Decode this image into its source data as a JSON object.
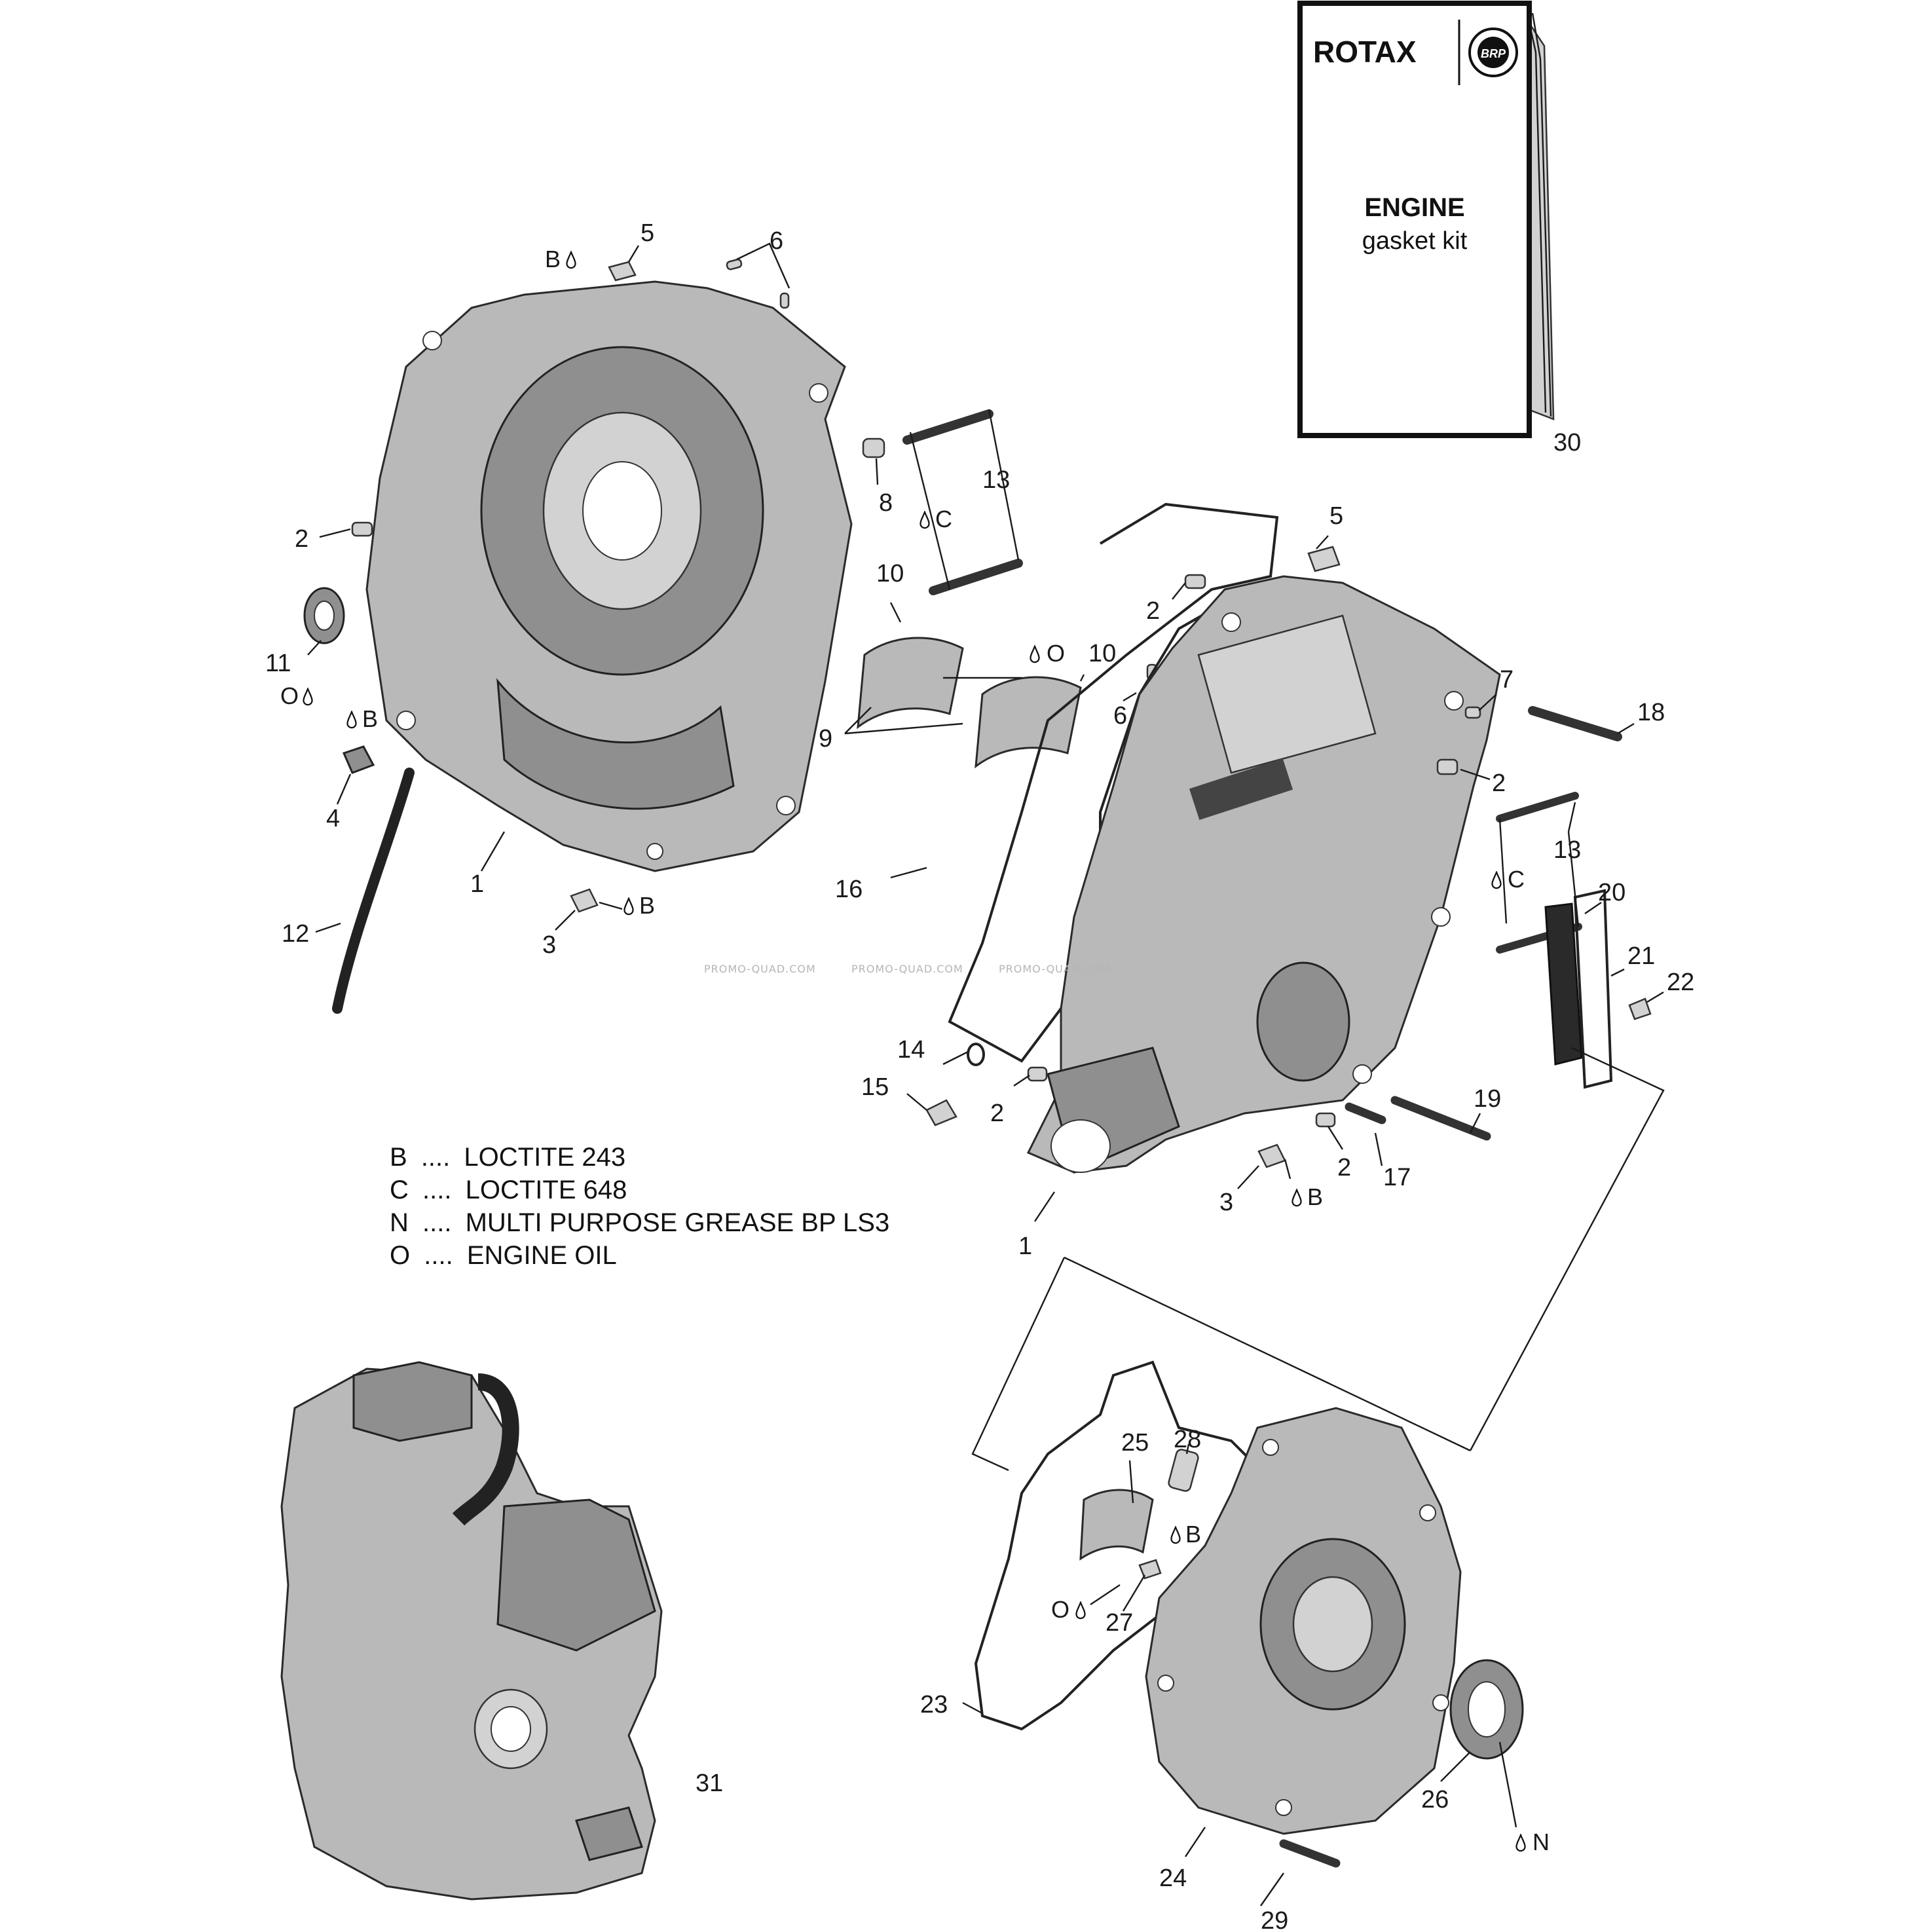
{
  "kit_box": {
    "brand": "ROTAX",
    "brand_mark": "BRP",
    "title": "ENGINE",
    "subtitle": "gasket kit",
    "number": "30"
  },
  "legend": [
    {
      "key": "B",
      "dots": "....",
      "text": "LOCTITE 243"
    },
    {
      "key": "C",
      "dots": "....",
      "text": "LOCTITE 648"
    },
    {
      "key": "N",
      "dots": "....",
      "text": "MULTI PURPOSE GREASE BP LS3"
    },
    {
      "key": "O",
      "dots": "....",
      "text": "ENGINE OIL"
    }
  ],
  "watermarks": [
    "PROMO-QUAD.COM",
    "PROMO-QUAD.COM",
    "PROMO-QUAD.COM"
  ],
  "callouts": [
    {
      "id": "c5a",
      "text": "5"
    },
    {
      "id": "c6a",
      "text": "6"
    },
    {
      "id": "c2a",
      "text": "2"
    },
    {
      "id": "c11",
      "text": "11"
    },
    {
      "id": "c4",
      "text": "4"
    },
    {
      "id": "c1a",
      "text": "1"
    },
    {
      "id": "c12",
      "text": "12"
    },
    {
      "id": "c3a",
      "text": "3"
    },
    {
      "id": "c8",
      "text": "8"
    },
    {
      "id": "c13a",
      "text": "13"
    },
    {
      "id": "c10a",
      "text": "10"
    },
    {
      "id": "c10b",
      "text": "10"
    },
    {
      "id": "c9",
      "text": "9"
    },
    {
      "id": "c5b",
      "text": "5"
    },
    {
      "id": "c2b",
      "text": "2"
    },
    {
      "id": "c6b",
      "text": "6"
    },
    {
      "id": "c7",
      "text": "7"
    },
    {
      "id": "c18",
      "text": "18"
    },
    {
      "id": "c2c",
      "text": "2"
    },
    {
      "id": "c13b",
      "text": "13"
    },
    {
      "id": "c16",
      "text": "16"
    },
    {
      "id": "c20",
      "text": "20"
    },
    {
      "id": "c21",
      "text": "21"
    },
    {
      "id": "c22",
      "text": "22"
    },
    {
      "id": "c14",
      "text": "14"
    },
    {
      "id": "c15",
      "text": "15"
    },
    {
      "id": "c2d",
      "text": "2"
    },
    {
      "id": "c19",
      "text": "19"
    },
    {
      "id": "c2e",
      "text": "2"
    },
    {
      "id": "c17",
      "text": "17"
    },
    {
      "id": "c3b",
      "text": "3"
    },
    {
      "id": "c1b",
      "text": "1"
    },
    {
      "id": "c25",
      "text": "25"
    },
    {
      "id": "c28",
      "text": "28"
    },
    {
      "id": "c27",
      "text": "27"
    },
    {
      "id": "c23",
      "text": "23"
    },
    {
      "id": "c26",
      "text": "26"
    },
    {
      "id": "c24",
      "text": "24"
    },
    {
      "id": "c29",
      "text": "29"
    },
    {
      "id": "c31",
      "text": "31"
    }
  ],
  "codes": [
    {
      "id": "k1",
      "text": "B"
    },
    {
      "id": "k2",
      "text": "O"
    },
    {
      "id": "k3",
      "text": "B"
    },
    {
      "id": "k4",
      "text": "B"
    },
    {
      "id": "k5",
      "text": "C"
    },
    {
      "id": "k6",
      "text": "O"
    },
    {
      "id": "k7",
      "text": "C"
    },
    {
      "id": "k8",
      "text": "B"
    },
    {
      "id": "k9",
      "text": "B"
    },
    {
      "id": "k10",
      "text": "O"
    },
    {
      "id": "k11",
      "text": "N"
    }
  ]
}
